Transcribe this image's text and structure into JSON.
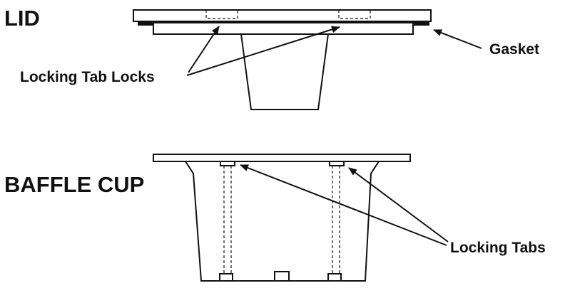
{
  "labels": {
    "lid": "LID",
    "baffle_cup": "BAFFLE CUP",
    "locking_tab_locks": "Locking Tab Locks",
    "gasket": "Gasket",
    "locking_tabs": "Locking Tabs"
  },
  "colors": {
    "ink": "#111111",
    "background": "#ffffff"
  }
}
